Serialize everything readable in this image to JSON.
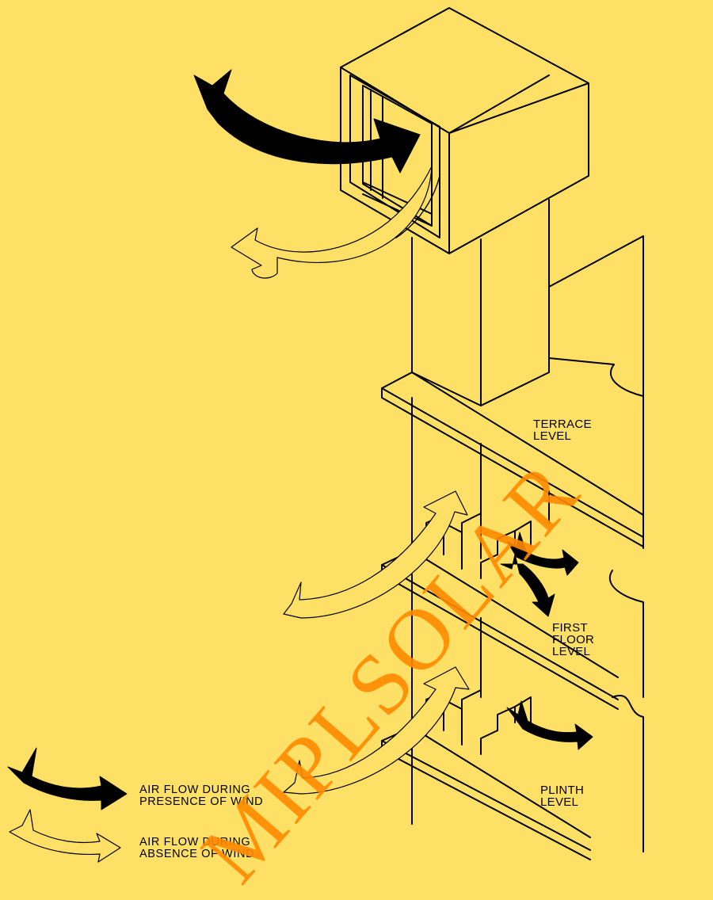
{
  "labels": {
    "terrace": [
      "TERRACE",
      "LEVEL"
    ],
    "first_floor": [
      "FIRST",
      "FLOOR",
      "LEVEL"
    ],
    "plinth": [
      "PLINTH",
      "LEVEL"
    ]
  },
  "legend": {
    "wind_present": [
      "AIR FLOW DURING",
      "PRESENCE OF WIND"
    ],
    "wind_absent": [
      "AIR FLOW DURING",
      "ABSENCE OF WIND"
    ]
  },
  "watermark": "MIPLSOLAR",
  "colors": {
    "background": "#FFE066",
    "line": "#000000",
    "watermark": "#FF8A00"
  }
}
